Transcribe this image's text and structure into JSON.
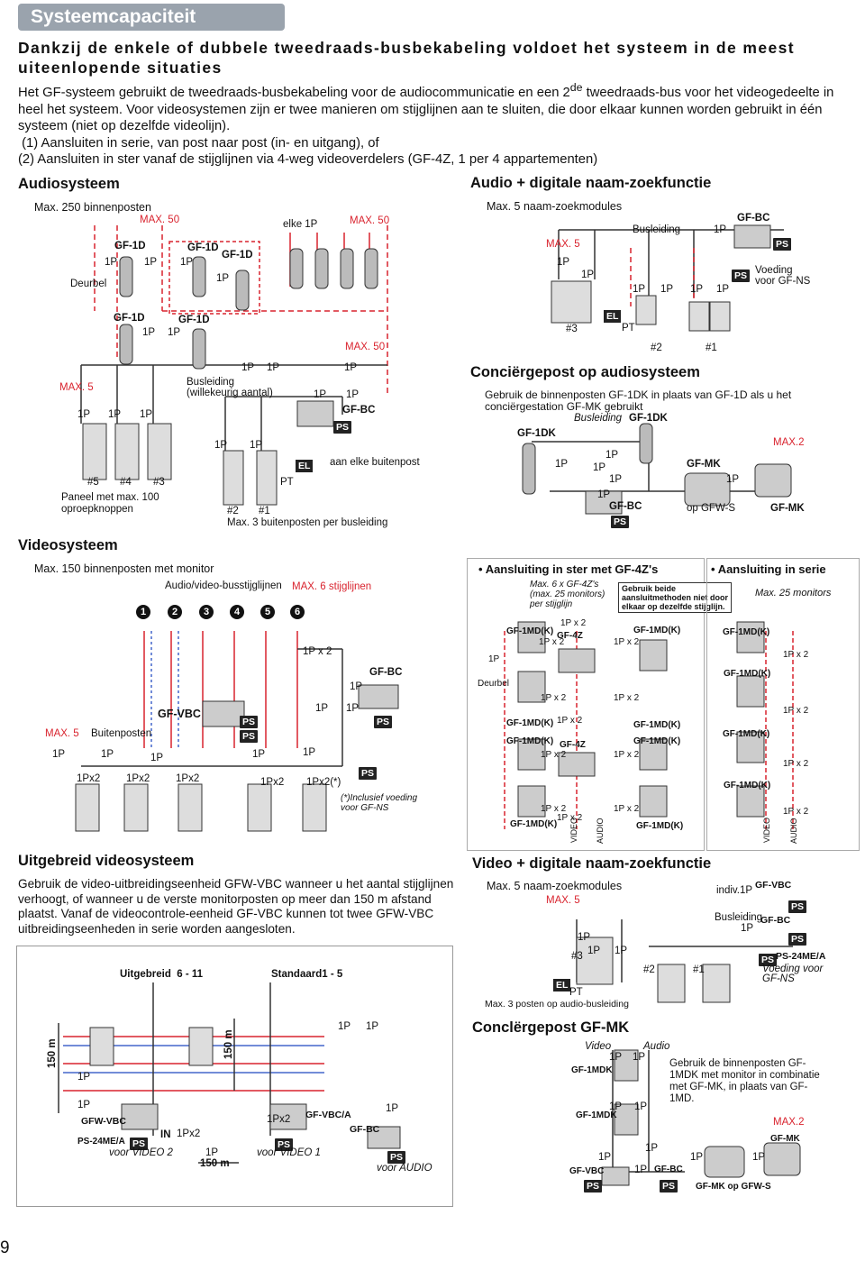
{
  "banner": {
    "title": "Systeemcapaciteit"
  },
  "subtitle": "Dankzij de enkele of dubbele tweedraads-busbekabeling voldoet het systeem in de meest uiteenlopende situaties",
  "intro": {
    "p1_pre": "Het GF-systeem gebruikt de tweedraads-busbekabeling voor de audiocommunicatie en een 2",
    "p1_sup": "de",
    "p1_post": " tweedraads-bus voor het videogedeelte in heel het systeem. Voor videosystemen zijn er twee manieren om stijglijnen aan te sluiten, die door elkaar kunnen worden gebruikt in één systeem (niet op dezelfde videolijn).",
    "p2": "(1) Aansluiten in serie, van post naar post (in- en uitgang), of",
    "p3": "(2) Aansluiten in ster vanaf de stijglijnen via 4-weg videoverdelers (GF-4Z, 1 per 4 appartementen)"
  },
  "audio": {
    "heading": "Audiosysteem",
    "max250": "Max. 250 binnenposten",
    "max50a": "MAX. 50",
    "max50b": "MAX. 50",
    "max50c": "MAX. 50",
    "elke": "elke 1P",
    "gf1d": "GF-1D",
    "oneP": "1P",
    "deurbel": "Deurbel",
    "max5": "MAX. 5",
    "busleiding": "Busleiding",
    "willekeurig": "(willekeurig aantal)",
    "gfbc": "GF-BC",
    "ps": "PS",
    "el": "EL",
    "pt": "PT",
    "aan_elke": "aan elke buitenpost",
    "n5": "#5",
    "n4": "#4",
    "n3": "#3",
    "n2": "#2",
    "n1": "#1",
    "paneel": "Paneel met max. 100",
    "oproep": "oproepknoppen",
    "max3": "Max. 3 buitenposten per busleiding"
  },
  "audio_digital": {
    "heading": "Audio + digitale naam-zoekfunctie",
    "max5naam": "Max. 5 naam-zoekmodules",
    "busleiding": "Busleiding",
    "oneP": "1P",
    "gfbc": "GF-BC",
    "ps": "PS",
    "voeding1": "Voeding",
    "voeding2": "voor GF-NS",
    "max5": "MAX. 5",
    "el": "EL",
    "pt": "PT",
    "n3": "#3",
    "n2": "#2",
    "n1": "#1"
  },
  "concierge_audio": {
    "heading": "Conciërgepost op audiosysteem",
    "desc": "Gebruik de binnenposten GF-1DK in plaats van GF-1D als u het conciërgestation GF-MK gebruikt",
    "busleiding": "Busleiding",
    "gf1dk": "GF-1DK",
    "oneP": "1P",
    "max2": "MAX.2",
    "gfmk": "GF-MK",
    "gfbc": "GF-BC",
    "ps": "PS",
    "opgfws": "op GFW-S"
  },
  "video": {
    "heading": "Videosysteem",
    "max150": "Max. 150 binnenposten met monitor",
    "avbus": "Audio/video-busstijglijnen",
    "max6": "MAX. 6 stijglijnen",
    "nums": [
      "1",
      "2",
      "3",
      "4",
      "5",
      "6"
    ],
    "onePx2": "1P x 2",
    "gfbc": "GF-BC",
    "gfvbc": "GF-VBC",
    "ps": "PS",
    "max5": "MAX. 5",
    "buitenposten": "Buitenposten",
    "oneP": "1P",
    "onePx2b": "1Px2",
    "onePx2star": "1Px2(*)",
    "inclusief1": "(*)Inclusief voeding",
    "inclusief2": "voor GF-NS"
  },
  "star": {
    "title": "Aansluiting in ster met GF-4Z's",
    "max6": "Max. 6 x GF-4Z's",
    "max25": "(max. 25 monitors)",
    "per": "per stijglijn",
    "gebruik1": "Gebruik beide",
    "gebruik2": "aansluitmethoden niet door",
    "gebruik3": "elkaar op dezelfde stijglijn.",
    "gf1mdk": "GF-1MD(K)",
    "gf4z": "GF-4Z",
    "onePx2": "1P x 2",
    "oneP": "1P",
    "deurbel": "Deurbel",
    "video": "VIDEO",
    "audio": "AUDIO"
  },
  "serie": {
    "title": "Aansluiting in serie",
    "max25": "Max. 25 monitors",
    "gf1mdk": "GF-1MD(K)",
    "onePx2": "1P x 2",
    "video": "VIDEO",
    "audio": "AUDIO"
  },
  "extended": {
    "heading": "Uitgebreid videosysteem",
    "desc": "Gebruik de video-uitbreidingseenheid GFW-VBC wanneer u het aantal stijglijnen verhoogt, of wanneer u de verste monitorposten op meer dan 150 m afstand plaatst. Vanaf de videocontrole-eenheid GF-VBC kunnen tot twee GFW-VBC uitbreidingseenheden in serie worden aangesloten.",
    "uitgebreid": "Uitgebreid",
    "range1": "6 - 11",
    "standaard": "Standaard1 - 5",
    "m150": "150 m",
    "oneP": "1P",
    "gfwvbc": "GFW-VBC",
    "in": "IN",
    "ps24": "PS-24ME/A",
    "ps": "PS",
    "video2": "voor VIDEO 2",
    "video1": "voor VIDEO 1",
    "onePx2": "1Px2",
    "gfvbca": "GF-VBC/A",
    "gfbc": "GF-BC",
    "audio": "voor AUDIO"
  },
  "video_digital": {
    "heading": "Video + digitale naam-zoekfunctie",
    "max5naam": "Max. 5 naam-zoekmodules",
    "max5": "MAX. 5",
    "indiv": "indiv.1P",
    "gfvbc": "GF-VBC",
    "busleiding": "Busleiding",
    "gfbc": "GF-BC",
    "ps": "PS",
    "ps24": "PS-24ME/A",
    "voeding1": "Voeding voor",
    "voeding2": "GF-NS",
    "oneP": "1P",
    "n3": "#3",
    "n2": "#2",
    "n1": "#1",
    "el": "EL",
    "pt": "PT",
    "max3": "Max. 3 posten op audio-busleiding"
  },
  "concierge_mk": {
    "heading": "Conclërgepost GF-MK",
    "video": "Video",
    "audio": "Audio",
    "oneP": "1P",
    "gf1mdk": "GF-1MDK",
    "desc": "Gebruik de binnenposten GF-1MDK met monitor in combinatie met GF-MK, in plaats van GF-1MD.",
    "max2": "MAX.2",
    "gfmk": "GF-MK",
    "gfvbc": "GF-VBC",
    "gfbc": "GF-BC",
    "ps": "PS",
    "opgfws": "GF-MK op GFW-S"
  },
  "page_number": "9"
}
